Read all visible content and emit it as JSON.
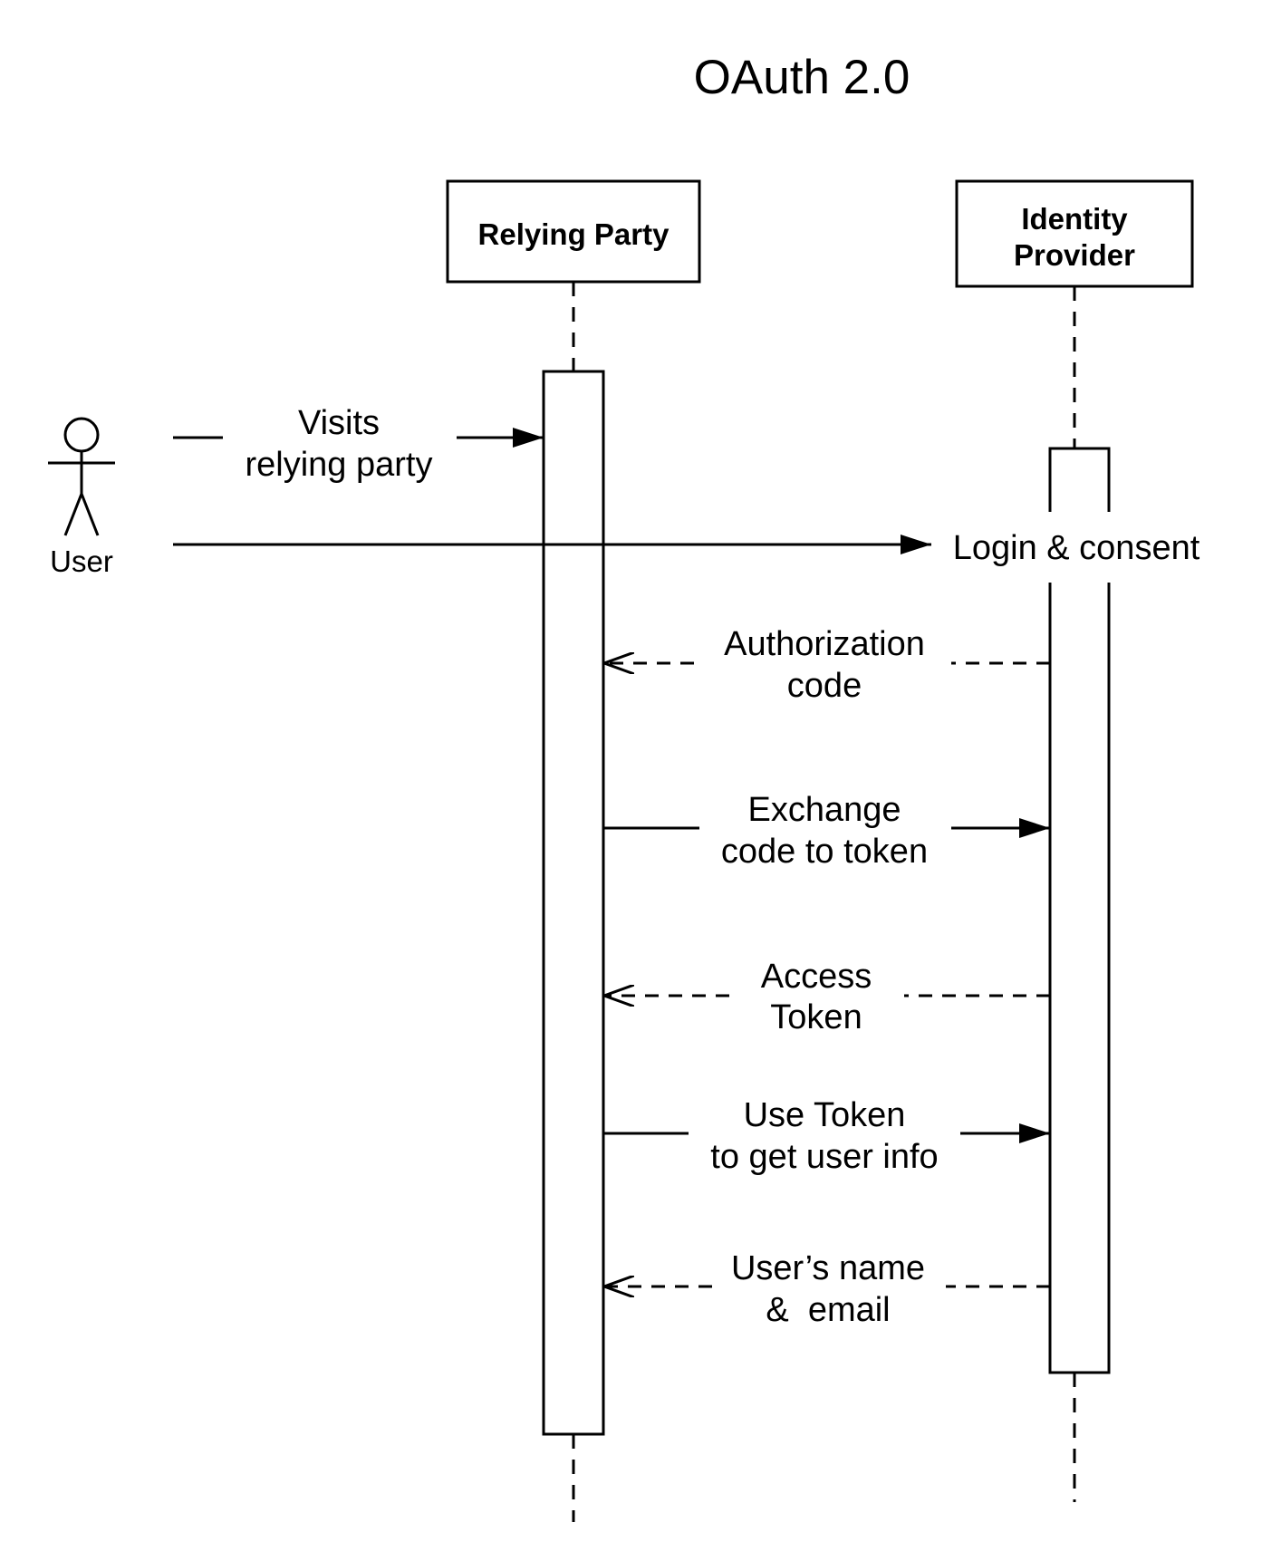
{
  "title": "OAuth 2.0",
  "participants": {
    "user": {
      "label": "User"
    },
    "relying_party": {
      "label": "Relying Party"
    },
    "identity_provider": {
      "lines": [
        "Identity",
        "Provider"
      ]
    }
  },
  "messages": [
    {
      "lines": [
        "Visits",
        "relying party"
      ],
      "from": "user",
      "to": "relying_party",
      "style": "solid"
    },
    {
      "lines": [
        "Login & consent"
      ],
      "from": "user",
      "to": "identity_provider",
      "style": "solid"
    },
    {
      "lines": [
        "Authorization",
        "code"
      ],
      "from": "identity_provider",
      "to": "relying_party",
      "style": "dashed"
    },
    {
      "lines": [
        "Exchange",
        "code to token"
      ],
      "from": "relying_party",
      "to": "identity_provider",
      "style": "solid"
    },
    {
      "lines": [
        "Access",
        "Token"
      ],
      "from": "identity_provider",
      "to": "relying_party",
      "style": "dashed"
    },
    {
      "lines": [
        "Use Token",
        "to get user info"
      ],
      "from": "relying_party",
      "to": "identity_provider",
      "style": "solid"
    },
    {
      "lines": [
        "User’s name",
        "&  email"
      ],
      "from": "identity_provider",
      "to": "relying_party",
      "style": "dashed"
    }
  ],
  "colors": {
    "stroke": "#000000",
    "background": "#ffffff"
  }
}
